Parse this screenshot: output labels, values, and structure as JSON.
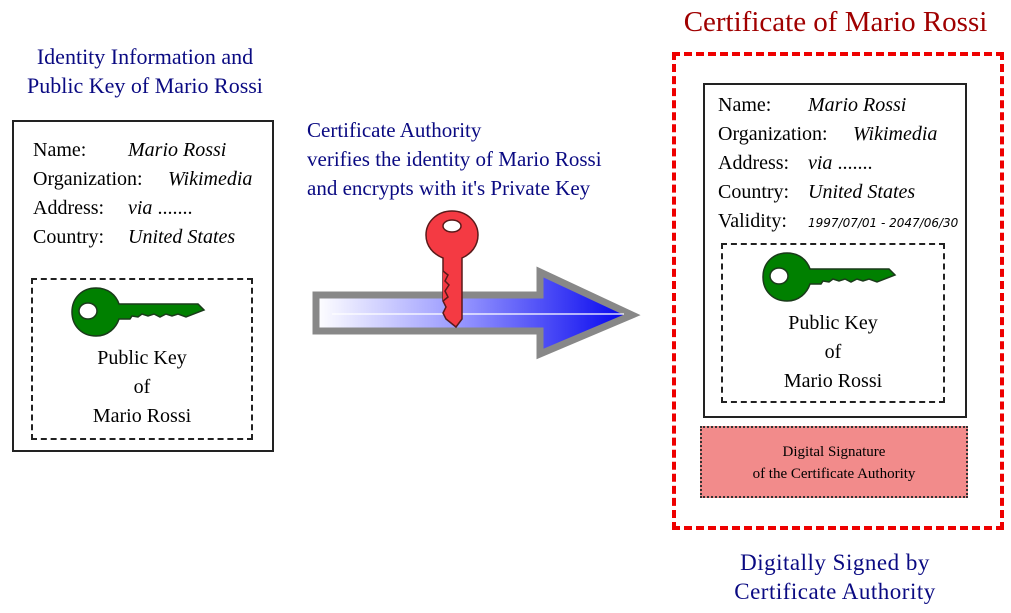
{
  "left_panel": {
    "title_line1": "Identity Information and",
    "title_line2": "Public Key of Mario Rossi",
    "fields": [
      {
        "label": "Name:",
        "value": "Mario Rossi"
      },
      {
        "label": "Organization:",
        "value": "Wikimedia"
      },
      {
        "label": "Address:",
        "value": "via",
        "suffix": "......."
      },
      {
        "label": "Country:",
        "value": "United States"
      }
    ],
    "public_key": {
      "icon": "green-key-icon",
      "line1": "Public Key",
      "line2": "of",
      "line3": "Mario Rossi"
    }
  },
  "middle": {
    "line1": "Certificate Authority",
    "line2": "verifies the identity of Mario Rossi",
    "line3": "and encrypts with it's Private Key",
    "key_icon": "red-private-key-icon",
    "arrow_icon": "blue-gradient-arrow-icon"
  },
  "certificate": {
    "title": "Certificate of Mario Rossi",
    "fields": [
      {
        "label": "Name:",
        "value": "Mario Rossi"
      },
      {
        "label": "Organization:",
        "value": "Wikimedia"
      },
      {
        "label": "Address:",
        "value": "via",
        "suffix": "......."
      },
      {
        "label": "Country:",
        "value": "United States"
      },
      {
        "label": "Validity:",
        "value": "1997/07/01 - 2047/06/30"
      }
    ],
    "public_key": {
      "icon": "green-key-icon",
      "line1": "Public Key",
      "line2": "of",
      "line3": "Mario Rossi"
    },
    "signature": {
      "line1": "Digital Signature",
      "line2": "of the Certificate Authority"
    },
    "footer_line1": "Digitally Signed by",
    "footer_line2": "Certificate Authority"
  },
  "colors": {
    "navy_text": "#0a0a82",
    "certificate_red": "#ee0000",
    "certificate_title": "#a00000",
    "public_key_green": "#008000",
    "private_key_red": "#f43a43",
    "arrow_blue": "#0000ff",
    "arrow_border": "#888888",
    "signature_fill": "#f28b8b"
  }
}
